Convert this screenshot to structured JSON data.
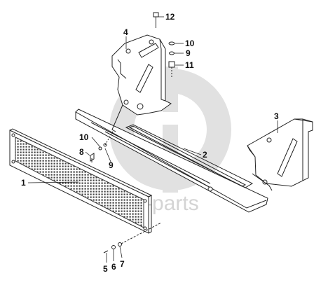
{
  "watermark": {
    "text": "ta-parts",
    "color": "#d4d4d4"
  },
  "callouts": {
    "c1": "1",
    "c2": "2",
    "c3": "3",
    "c4": "4",
    "c5": "5",
    "c6": "6",
    "c7": "7",
    "c8": "8",
    "c9_top": "9",
    "c9_mid": "9",
    "c10_top": "10",
    "c10_mid": "10",
    "c11": "11",
    "c12": "12"
  },
  "colors": {
    "line": "#222222",
    "grille": "#555555",
    "watermark": "#d4d4d4"
  }
}
